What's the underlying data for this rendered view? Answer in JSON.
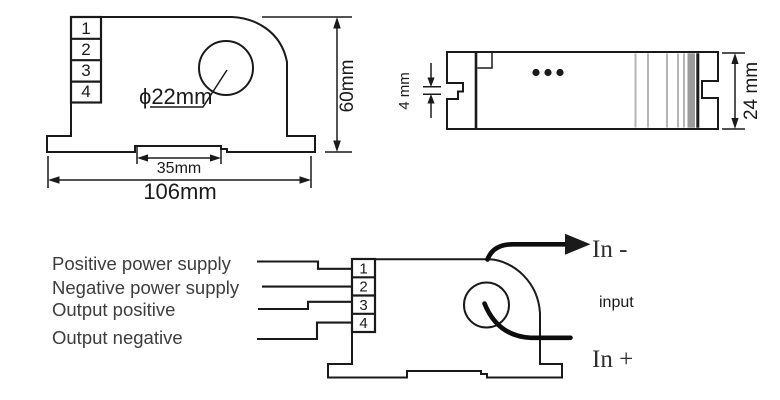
{
  "pin_numbers": [
    "1",
    "2",
    "3",
    "4"
  ],
  "front_view": {
    "hole_diameter_label": "ϕ22mm",
    "height_label": "60mm",
    "slot_width_label": "35mm",
    "overall_width_label": "106mm"
  },
  "side_view": {
    "notch_label": "4 mm",
    "depth_label": "24 mm"
  },
  "wiring": {
    "terminals": [
      "Positive power supply",
      "Negative power supply",
      "Output positive",
      "Output negative"
    ],
    "in_minus_label": "In -",
    "in_plus_label": "In +",
    "input_label": "input",
    "input_label_color": "#f31111"
  },
  "colors": {
    "line": "#1a1a1a",
    "label_text": "#3d3d3d",
    "accent_red": "#f31111",
    "vent_gray": "#b5b5b5",
    "vent_bar_gray": "#9a9a9a"
  }
}
